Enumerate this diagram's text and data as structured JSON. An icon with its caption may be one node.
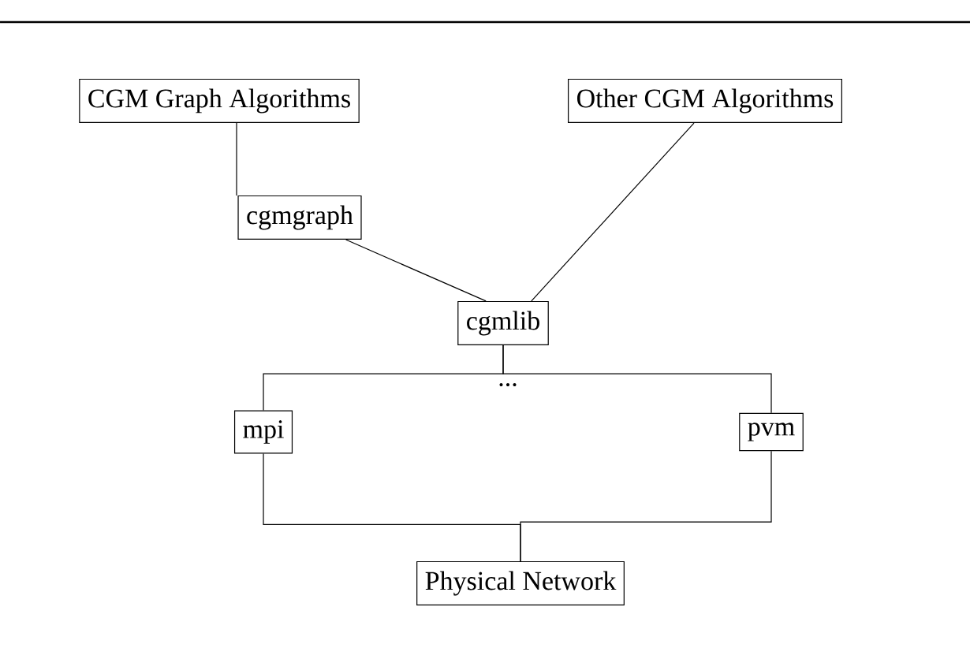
{
  "diagram": {
    "nodes": [
      {
        "text": [
          "CGM Graph Algorithms"
        ]
      },
      {
        "text": [
          "Other CGM Algorithms"
        ]
      },
      {
        "text": [
          "cgmgraph"
        ]
      },
      {
        "text": [
          "cgmlib"
        ]
      },
      {
        "text": [
          "mpi"
        ]
      },
      {
        "text": [
          "pvm"
        ]
      },
      {
        "text": [
          "Physical Network"
        ]
      }
    ],
    "edges": [
      {
        "from": 0,
        "to": 2,
        "arrow": "none"
      },
      {
        "from": 1,
        "to": 3,
        "arrow": "none"
      },
      {
        "from": 2,
        "to": 3,
        "arrow": "none"
      },
      {
        "from": 3,
        "to": 4,
        "arrow": "none"
      },
      {
        "from": 3,
        "to": 5,
        "arrow": "none"
      },
      {
        "from": 4,
        "to": 6,
        "arrow": "none"
      },
      {
        "from": 5,
        "to": 6,
        "arrow": "none"
      }
    ],
    "labels": [
      "..."
    ]
  }
}
